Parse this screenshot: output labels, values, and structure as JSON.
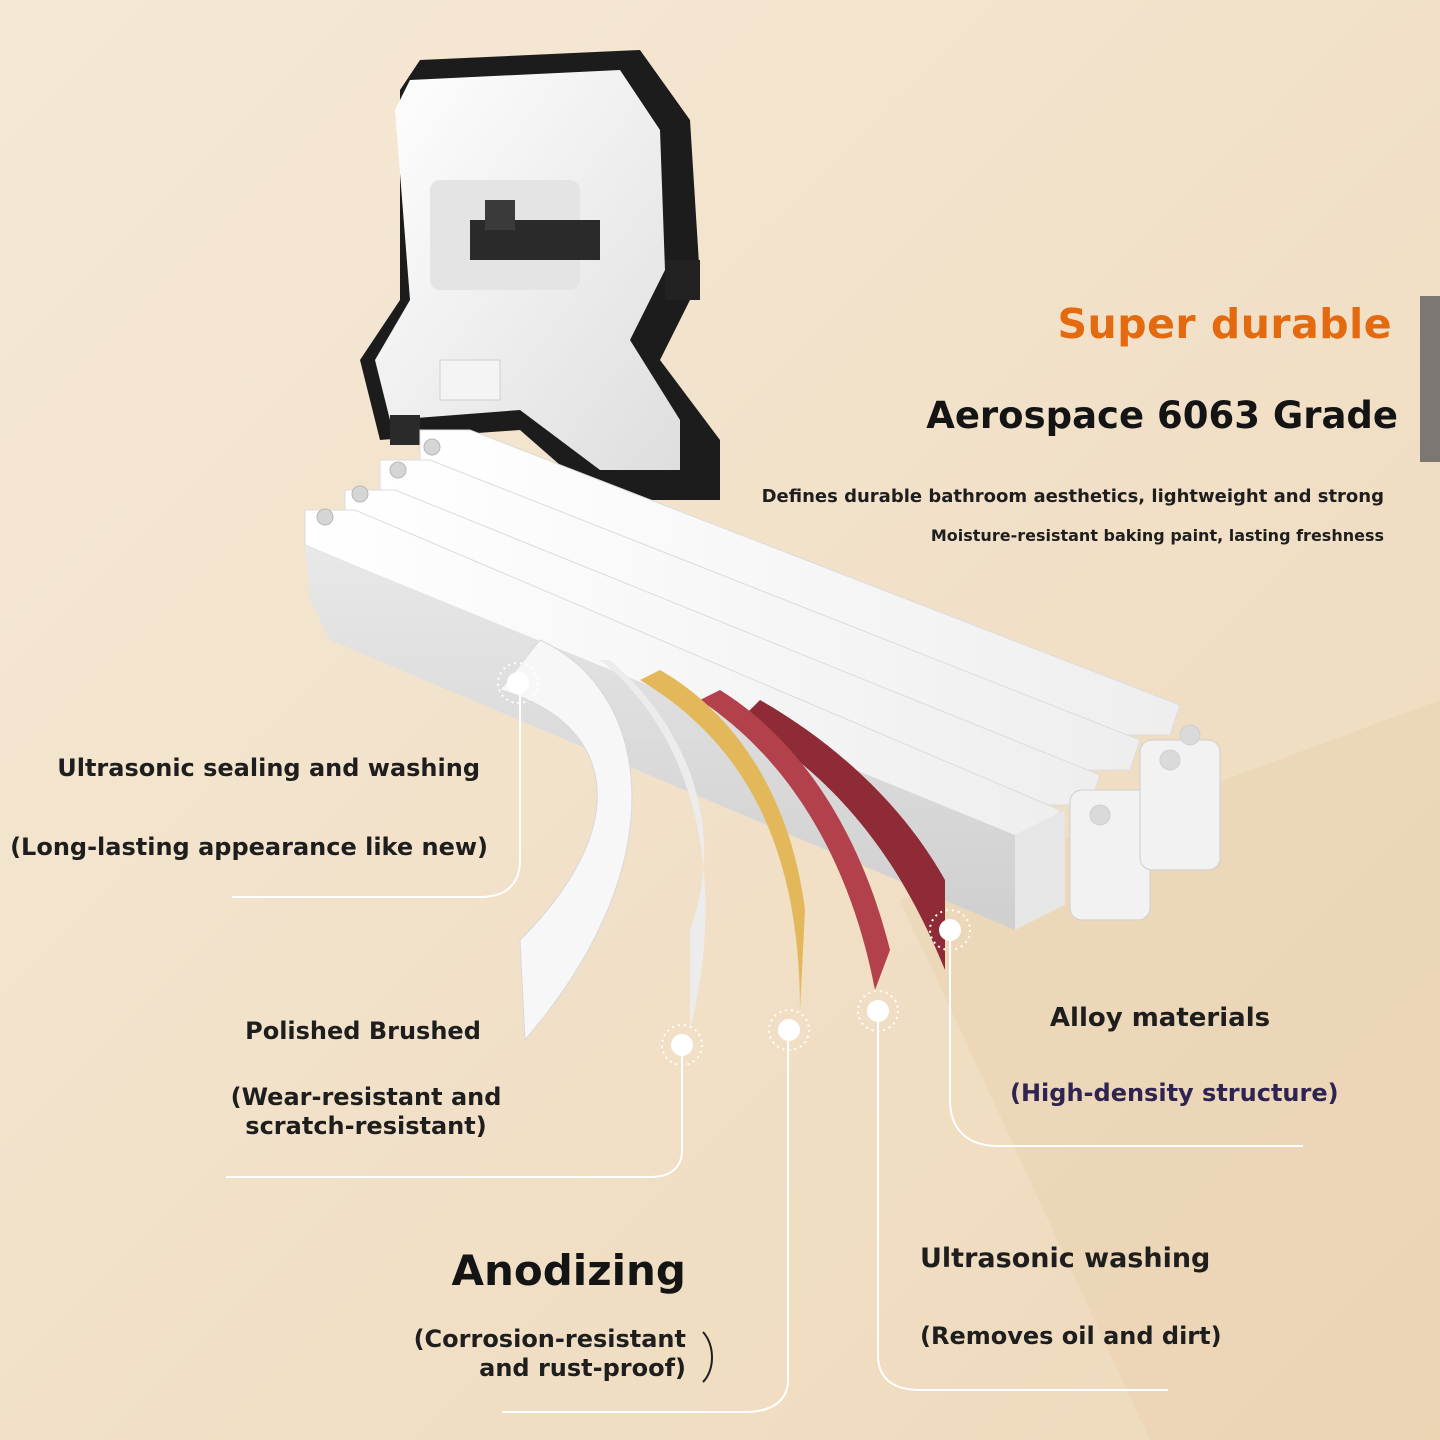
{
  "header": {
    "headline": "Super durable",
    "subheadline": "Aerospace 6063 Grade",
    "tagline_1": "Defines durable bathroom aesthetics, lightweight and strong",
    "tagline_2": "Moisture-resistant baking paint, lasting freshness"
  },
  "callouts": {
    "ultrasonic_sealing": {
      "title": "Ultrasonic sealing and washing",
      "detail": "(Long-lasting appearance like new)"
    },
    "polished_brushed": {
      "title": "Polished Brushed",
      "detail_line_1": "(Wear-resistant and",
      "detail_line_2": "scratch-resistant)"
    },
    "anodizing": {
      "title": "Anodizing",
      "detail_line_1": "(Corrosion-resistant",
      "detail_line_2": "and rust-proof)"
    },
    "ultrasonic_washing": {
      "title": "Ultrasonic washing",
      "detail": "(Removes oil and dirt)"
    },
    "alloy_materials": {
      "title": "Alloy materials",
      "detail": "(High-density structure)"
    }
  },
  "colors": {
    "background": "#f2e4cd",
    "accent": "#e36a0f",
    "text": "#1e1e1e",
    "layer_gold": "#e2b85a",
    "layer_red": "#b3414b",
    "layer_maroon": "#8e2b36",
    "layer_white": "#f5f5f5"
  }
}
